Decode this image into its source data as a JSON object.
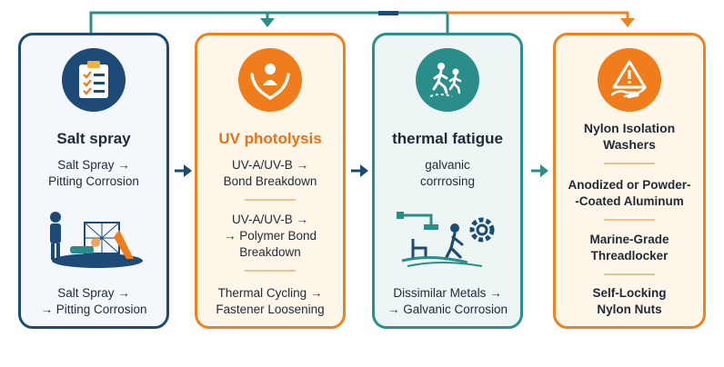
{
  "colors": {
    "navy": "#1e4a72",
    "orange": "#f0811f",
    "teal": "#2b8f8f"
  },
  "cards": [
    {
      "icon": "clipboard-checklist-icon",
      "title": "Salt spray",
      "line1": "Salt Spray →",
      "line2": "Pitting Corrosion",
      "illustration": "playground-worker-illustration",
      "line3": "Salt Spray →",
      "line4": "→ Pitting Corrosion"
    },
    {
      "icon": "hands-person-icon",
      "title": "UV photolysis",
      "line1": "UV-A/UV-B →",
      "line2": "Bond Breakdown",
      "line3": "UV-A/UV-B →",
      "line4": "→ Polymer Bond",
      "line5": "Breakdown",
      "line6": "Thermal Cycling →",
      "line7": "Fastener Loosening"
    },
    {
      "icon": "walking-people-icon",
      "title": "thermal fatigue",
      "line1": "galvanic",
      "line2": "corrrosing",
      "illustration": "machinery-gear-illustration",
      "line3": "Dissimilar Metals →",
      "line4": "→ Galvanic Corrosion"
    },
    {
      "icon": "warning-hand-icon",
      "item1a": "Nylon Isolation",
      "item1b": "Washers",
      "item2a": "Anodized or Powder-",
      "item2b": "-Coated Aluminum",
      "item3a": "Marine-Grade",
      "item3b": "Threadlocker",
      "item4a": "Self-Locking",
      "item4b": "Nylon Nuts"
    }
  ]
}
